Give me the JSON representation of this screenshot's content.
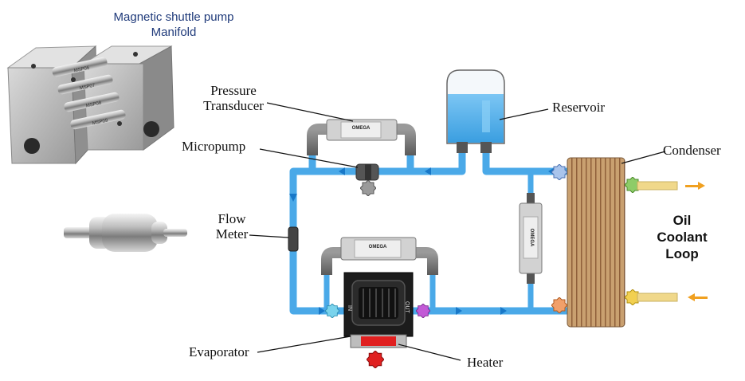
{
  "caption": {
    "line1": "Magnetic shuttle pump",
    "line2": "Manifold"
  },
  "labels": {
    "pressure_transducer": {
      "line1": "Pressure",
      "line2": "Transducer"
    },
    "reservoir": "Reservoir",
    "micropump": "Micropump",
    "condenser": "Condenser",
    "flow_meter": {
      "line1": "Flow",
      "line2": "Meter"
    },
    "oil_loop": {
      "line1": "Oil",
      "line2": "Coolant",
      "line3": "Loop"
    },
    "evaporator": "Evaporator",
    "heater": "Heater"
  },
  "device_text": {
    "omega": "OMEGA",
    "evap_in": "IN",
    "evap_out": "OUT",
    "manifold_marks": [
      "MSP06",
      "MSP07",
      "MSP08",
      "MSP09"
    ]
  },
  "colors": {
    "fluid_line": "#4aa9e8",
    "flow_arrow": "#1878c8",
    "oil_line": "#f0d88a",
    "oil_arrow": "#f0a020",
    "heater": "#e02020",
    "condenser": "#c9a070",
    "caption": "#1f3a7a"
  }
}
